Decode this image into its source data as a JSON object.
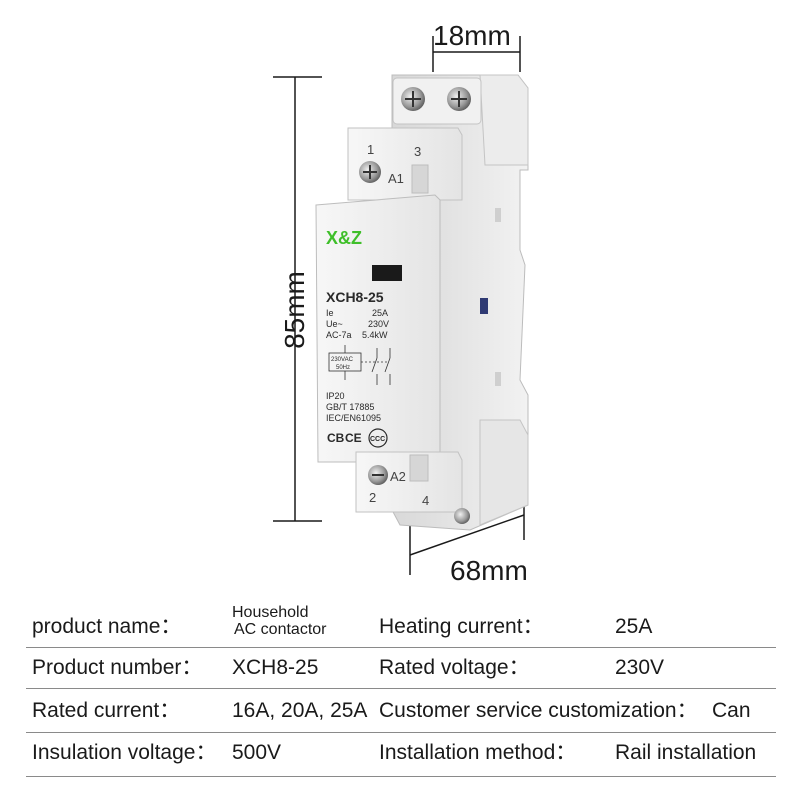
{
  "dimensions": {
    "width_label": "18mm",
    "height_label": "85mm",
    "depth_label": "68mm"
  },
  "device": {
    "brand_logo": "X&Z",
    "model": "XCH8-25",
    "ratings": [
      {
        "key": "Ie",
        "value": "25A"
      },
      {
        "key": "Ue~",
        "value": "230V"
      },
      {
        "key": "AC-7a",
        "value": "5.4kW"
      }
    ],
    "coil_label": "230VAC",
    "coil_freq": "50Hz",
    "terminal_a1": "A1",
    "terminal_a2": "A2",
    "terminal_top_left": "1",
    "terminal_top_right": "3",
    "terminal_bottom_left": "2",
    "terminal_bottom_right": "4",
    "ip_rating": "IP20",
    "standard_1": "GB/T 17885",
    "standard_2": "IEC/EN61095",
    "cert_marks": "CB CE CCC"
  },
  "specs": {
    "rows": [
      {
        "label1": "product name：",
        "value1_line1": "Household",
        "value1_line2": "AC contactor",
        "label2": "Heating current：",
        "value2": "25A"
      },
      {
        "label1": "Product number：",
        "value1": "XCH8-25",
        "label2": "Rated voltage：",
        "value2": "230V"
      },
      {
        "label1": "Rated current：",
        "value1": "16A, 20A, 25A",
        "label2": "Customer service customization：",
        "value2": "Can"
      },
      {
        "label1": "Insulation voltage：",
        "value1": "500V",
        "label2": "Installation method：",
        "value2": "Rail installation"
      }
    ]
  },
  "colors": {
    "logo_green": "#3fbf2a",
    "body_grey": "#e9e9e9",
    "line_grey": "#8a8a8a"
  }
}
